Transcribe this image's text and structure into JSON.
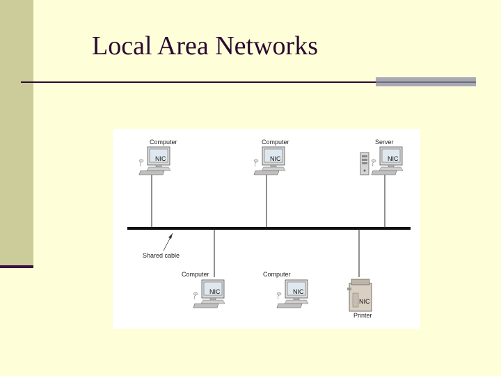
{
  "slide": {
    "title": "Local Area Networks"
  },
  "diagram": {
    "shared_cable_label": "Shared cable",
    "nic_label": "NIC",
    "devices": [
      {
        "label": "Computer",
        "kind": "computer"
      },
      {
        "label": "Computer",
        "kind": "computer"
      },
      {
        "label": "Server",
        "kind": "server"
      },
      {
        "label": "Computer",
        "kind": "computer"
      },
      {
        "label": "Computer",
        "kind": "computer"
      },
      {
        "label": "Printer",
        "kind": "printer"
      }
    ]
  },
  "colors": {
    "background": "#fefed9",
    "sidebar": "#cccc9a",
    "accent_dark": "#2a0a30",
    "accent_gray": "#a9a9b4"
  }
}
